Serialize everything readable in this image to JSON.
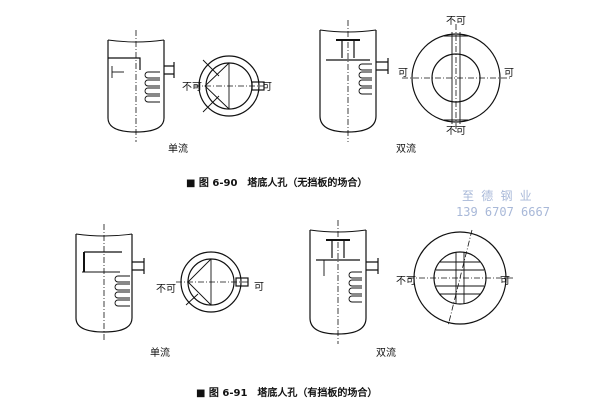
{
  "fig90": {
    "left_label": "单流",
    "right_label": "双流",
    "caption": "■ 图 6-90　塔底人孔（无挡板的场合）",
    "marks": {
      "no": "不可",
      "ok": "可"
    }
  },
  "fig91": {
    "left_label": "单流",
    "right_label": "双流",
    "caption": "■ 图 6-91　塔底人孔（有挡板的场合）",
    "marks": {
      "no": "不可",
      "ok": "可"
    }
  },
  "watermark": {
    "line1": "至 德 钢 业",
    "line2": "139 6707 6667"
  }
}
